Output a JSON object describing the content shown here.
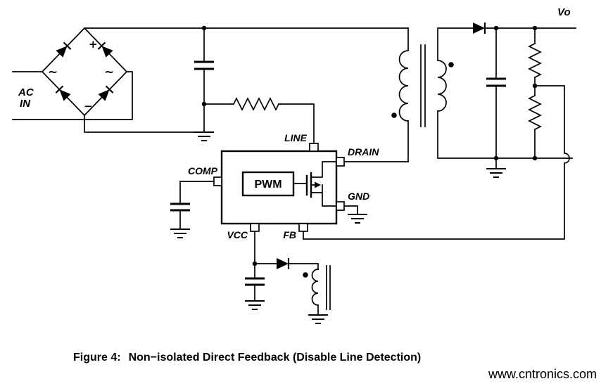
{
  "figure": {
    "caption_prefix": "Figure 4:",
    "caption_title": "Non−isolated Direct Feedback (Disable Line Detection)"
  },
  "watermark": {
    "text": "www.cntronics.com",
    "color": "#9fd49f"
  },
  "schematic": {
    "input_label_line1": "AC",
    "input_label_line2": "IN",
    "output_label": "Vo",
    "bridge_plus": "+",
    "bridge_minus": "−",
    "bridge_ac_mark": "~",
    "ic": {
      "pwm_label": "PWM",
      "pins": {
        "line": "LINE",
        "drain": "DRAIN",
        "comp": "COMP",
        "gnd": "GND",
        "vcc": "VCC",
        "fb": "FB"
      }
    }
  }
}
